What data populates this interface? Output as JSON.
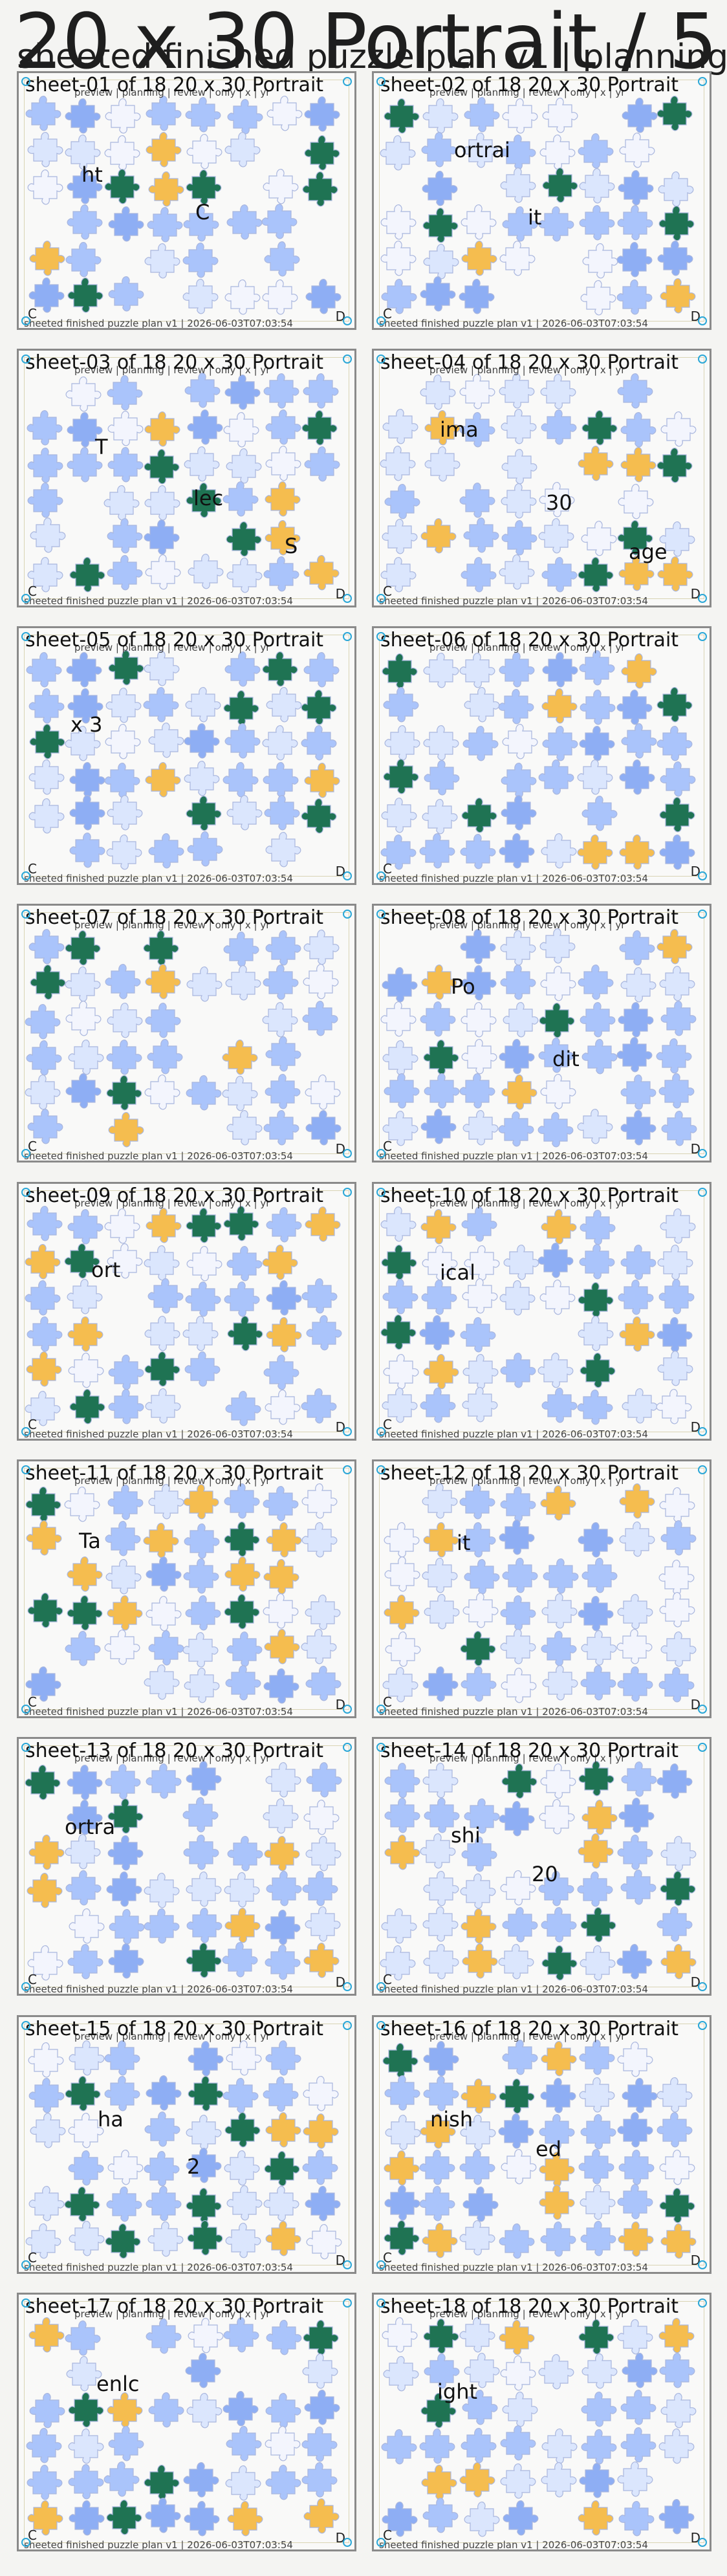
{
  "page": {
    "title": "20 x 30 Portrait / 5",
    "subtitle": "sheeted finished puzzle plan v1 | planning"
  },
  "sheet_common": {
    "heading_suffix": "of 18   20 x 30 Portrait",
    "subline": "preview | planning | review | only | x | yr",
    "footer": "sheeted finished puzzle plan v1 | 2026-06-03T07:03:54",
    "corner_left": "C",
    "corner_right": "D"
  },
  "colors": {
    "light_blue": "#aac4fb",
    "pale_blue": "#dbe6fd",
    "white_piece": "#f3f5fd",
    "mid_blue": "#8eaef4",
    "green": "#1f7353",
    "gold": "#f5bd4f",
    "outline": "#a9b6dd",
    "frame": "#8a8a8a"
  },
  "sheets": [
    {
      "label": "sheet-01",
      "fragments": [
        "ht",
        "C"
      ]
    },
    {
      "label": "sheet-02",
      "fragments": [
        "ortrai",
        "it"
      ]
    },
    {
      "label": "sheet-03",
      "fragments": [
        "T",
        "lec",
        "S"
      ]
    },
    {
      "label": "sheet-04",
      "fragments": [
        "ima",
        "30",
        "age"
      ]
    },
    {
      "label": "sheet-05",
      "fragments": [
        "x 3"
      ]
    },
    {
      "label": "sheet-06",
      "fragments": []
    },
    {
      "label": "sheet-07",
      "fragments": []
    },
    {
      "label": "sheet-08",
      "fragments": [
        "Po",
        "dit"
      ]
    },
    {
      "label": "sheet-09",
      "fragments": [
        "ort"
      ]
    },
    {
      "label": "sheet-10",
      "fragments": [
        "ical"
      ]
    },
    {
      "label": "sheet-11",
      "fragments": [
        "Ta"
      ]
    },
    {
      "label": "sheet-12",
      "fragments": [
        "it"
      ]
    },
    {
      "label": "sheet-13",
      "fragments": [
        "ortra"
      ]
    },
    {
      "label": "sheet-14",
      "fragments": [
        "shi",
        "20"
      ]
    },
    {
      "label": "sheet-15",
      "fragments": [
        "ha",
        "2"
      ]
    },
    {
      "label": "sheet-16",
      "fragments": [
        "nish",
        "ed"
      ]
    },
    {
      "label": "sheet-17",
      "fragments": [
        "enlc"
      ]
    },
    {
      "label": "sheet-18",
      "fragments": [
        "ight"
      ]
    }
  ]
}
